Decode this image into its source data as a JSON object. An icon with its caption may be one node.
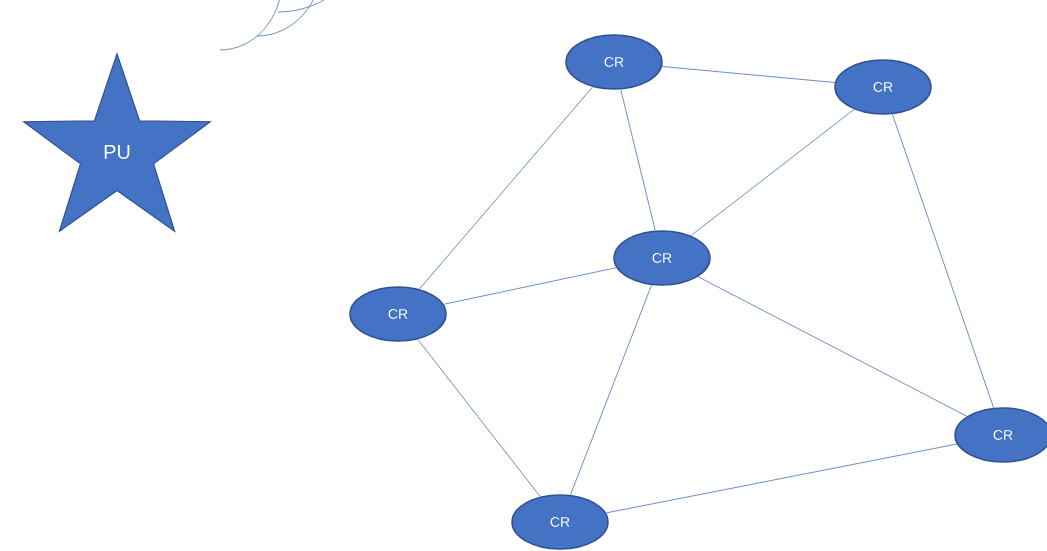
{
  "diagram": {
    "nodes": [
      {
        "text": [
          "PU"
        ]
      },
      {
        "text": [
          "CR"
        ]
      },
      {
        "text": [
          "CR"
        ]
      },
      {
        "text": [
          "CR"
        ]
      },
      {
        "text": [
          "CR"
        ]
      },
      {
        "text": [
          "CR"
        ]
      },
      {
        "text": [
          "CR"
        ]
      }
    ],
    "edges": [
      {
        "from": 1,
        "to": 2,
        "arrow": "none"
      },
      {
        "from": 1,
        "to": 4,
        "arrow": "none"
      },
      {
        "from": 1,
        "to": 3,
        "arrow": "none"
      },
      {
        "from": 2,
        "to": 3,
        "arrow": "none"
      },
      {
        "from": 2,
        "to": 5,
        "arrow": "none"
      },
      {
        "from": 3,
        "to": 4,
        "arrow": "none"
      },
      {
        "from": 3,
        "to": 6,
        "arrow": "none"
      },
      {
        "from": 3,
        "to": 5,
        "arrow": "none"
      },
      {
        "from": 4,
        "to": 6,
        "arrow": "none"
      },
      {
        "from": 6,
        "to": 5,
        "arrow": "none"
      }
    ]
  }
}
